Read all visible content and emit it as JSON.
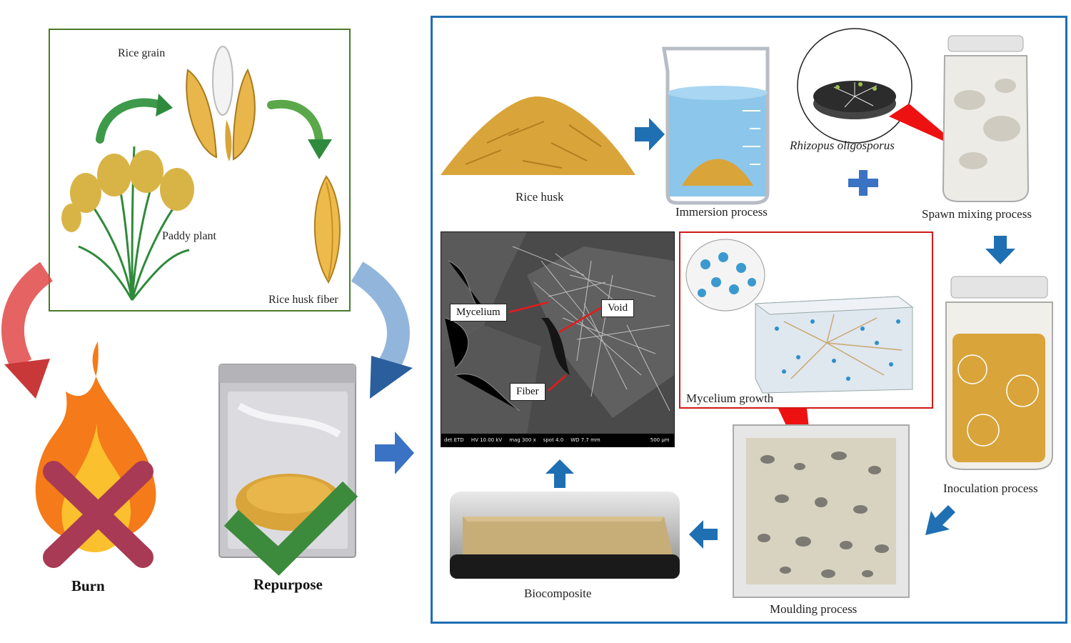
{
  "labels": {
    "rice_grain": "Rice grain",
    "paddy_plant": "Paddy plant",
    "rice_husk_fiber": "Rice husk fiber",
    "burn": "Burn",
    "repurpose": "Repurpose",
    "rice_husk": "Rice husk",
    "immersion_process": "Immersion process",
    "rhizopus": "Rhizopus oligosporus",
    "spawn_mixing": "Spawn mixing  process",
    "inoculation": "Inoculation  process",
    "mycelium_growth": "Mycelium  growth",
    "moulding": "Moulding process",
    "biocomposite": "Biocomposite"
  },
  "sem": {
    "mycelium": "Mycelium",
    "void": "Void",
    "fiber": "Fiber",
    "databar": [
      "det ETD",
      "HV 10.00 kV",
      "mag 300 x",
      "spot 4.0",
      "WD 7.7 mm",
      "500 µm"
    ]
  },
  "colors": {
    "green_frame": "#4a7a2a",
    "blue_frame": "#1f6fb3",
    "red_frame": "#d01818",
    "arrow_blue": "#1f6fb3",
    "cross": "#a83a55",
    "check": "#3c8a3c",
    "flame_outer": "#f47a1a",
    "husk": "#d9a43a"
  }
}
